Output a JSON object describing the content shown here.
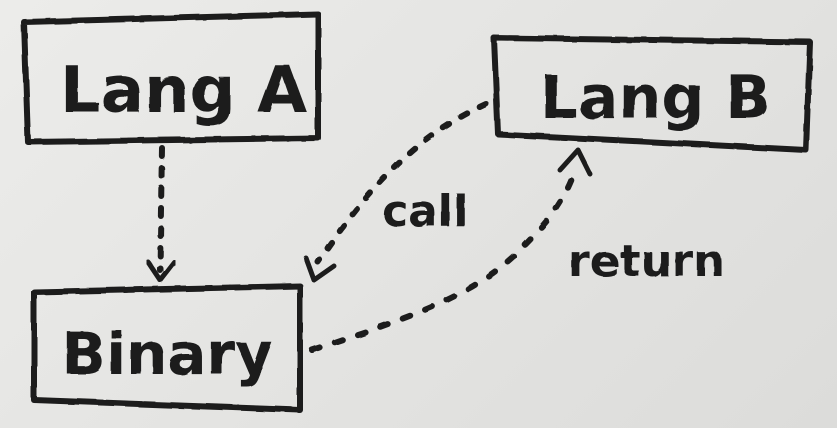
{
  "diagram": {
    "nodes": [
      {
        "id": "lang-a",
        "label": "Lang A"
      },
      {
        "id": "lang-b",
        "label": "Lang B"
      },
      {
        "id": "binary",
        "label": "Binary"
      }
    ],
    "edges": [
      {
        "from": "lang-a",
        "to": "binary",
        "label": ""
      },
      {
        "from": "lang-b",
        "to": "binary",
        "label": "call"
      },
      {
        "from": "binary",
        "to": "lang-b",
        "label": "return"
      }
    ]
  }
}
